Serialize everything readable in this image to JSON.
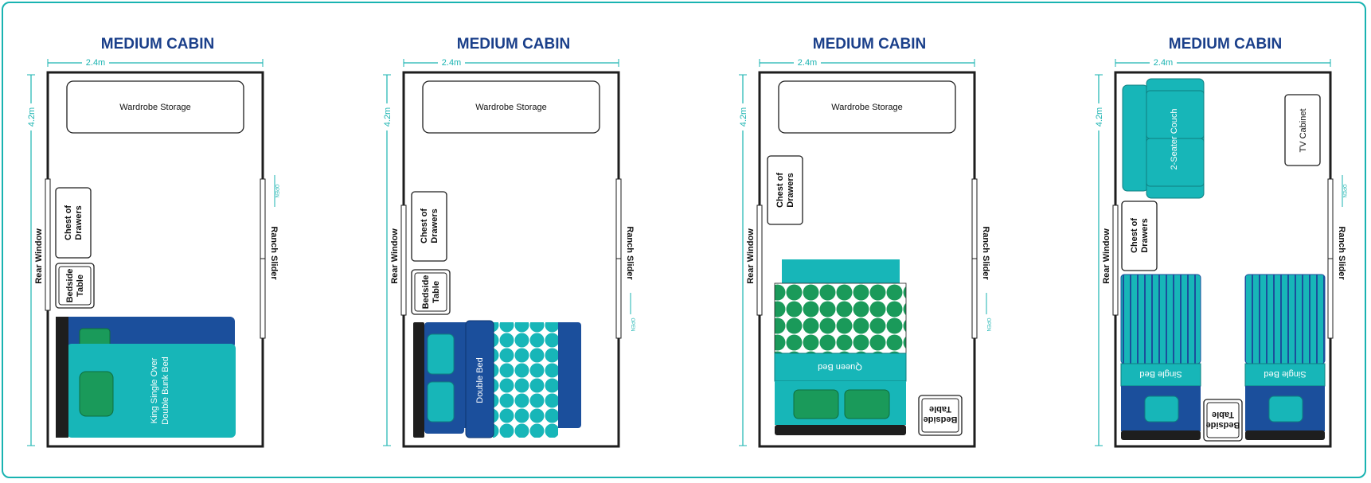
{
  "colors": {
    "frame": "#19b3b1",
    "title": "#1a3f8a",
    "dimension": "#19b3b1",
    "teal": "#17b6b8",
    "green": "#1a9a5a",
    "navy": "#1b4f9c",
    "dark": "#1e1e1e"
  },
  "cabins": [
    {
      "title": "MEDIUM CABIN",
      "width_label": "2.4m",
      "height_label": "4.2m",
      "rear_label": "Rear Window",
      "slider_label": "Ranch Slider",
      "open_label": "OPEN",
      "wardrobe_label": "Wardrobe Storage",
      "drawers_label": [
        "Chest of",
        "Drawers"
      ],
      "bedside_label": [
        "Bedside",
        "Table"
      ],
      "bed_label": [
        "King Single Over",
        "Double Bunk Bed"
      ]
    },
    {
      "title": "MEDIUM CABIN",
      "width_label": "2.4m",
      "height_label": "4.2m",
      "rear_label": "Rear Window",
      "slider_label": "Ranch Slider",
      "open_label": "OPEN",
      "wardrobe_label": "Wardrobe Storage",
      "drawers_label": [
        "Chest of",
        "Drawers"
      ],
      "bedside_label": [
        "Bedside",
        "Table"
      ],
      "bed_label": [
        "Double Bed"
      ]
    },
    {
      "title": "MEDIUM CABIN",
      "width_label": "2.4m",
      "height_label": "4.2m",
      "rear_label": "Rear Window",
      "slider_label": "Ranch Slider",
      "open_label": "OPEN",
      "wardrobe_label": "Wardrobe Storage",
      "drawers_label": [
        "Chest of",
        "Drawers"
      ],
      "bedside_label": [
        "Bedside",
        "Table"
      ],
      "bed_label": [
        "Queen Bed"
      ]
    },
    {
      "title": "MEDIUM CABIN",
      "width_label": "2.4m",
      "height_label": "4.2m",
      "rear_label": "Rear Window",
      "slider_label": "Ranch Slider",
      "open_label": "OPEN",
      "drawers_label": [
        "Chest of",
        "Drawers"
      ],
      "bedside_label": [
        "Bedside",
        "Table"
      ],
      "couch_label": "2-Seater Couch",
      "tv_label": "TV Cabinet",
      "bed_left_label": "Single Bed",
      "bed_right_label": "Single Bed"
    }
  ]
}
